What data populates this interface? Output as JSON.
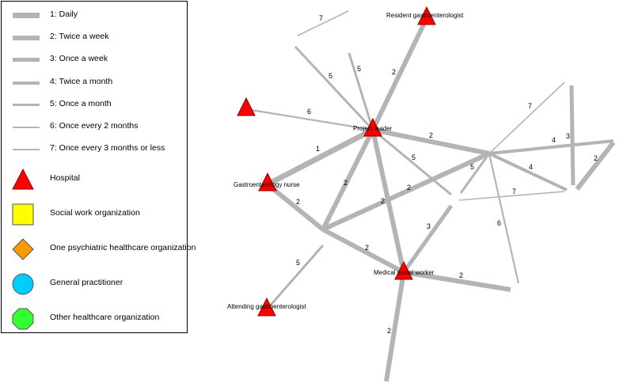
{
  "legend": {
    "frequencies": [
      {
        "label": "1: Daily",
        "weight": 7
      },
      {
        "label": "2: Twice a week",
        "weight": 6
      },
      {
        "label": "3: Once a week",
        "weight": 5
      },
      {
        "label": "4: Twice a month",
        "weight": 4
      },
      {
        "label": "5: Once a month",
        "weight": 3
      },
      {
        "label": "6: Once every 2 months",
        "weight": 2.2
      },
      {
        "label": "7: Once every 3 months or less",
        "weight": 1.6
      }
    ],
    "organizations": [
      {
        "label": "Hospital",
        "shape": "triangle",
        "color": "#ff0000"
      },
      {
        "label": "Social work organization",
        "shape": "square",
        "color": "#ffff00"
      },
      {
        "label": "One psychiatric healthcare organization",
        "shape": "diamond",
        "color": "#ff9900"
      },
      {
        "label": "General practitioner",
        "shape": "circle",
        "color": "#00ccff"
      },
      {
        "label": "Other healthcare organization",
        "shape": "octagon",
        "color": "#33ff33"
      }
    ]
  },
  "network": {
    "edge_color": "#b4b4b4",
    "node_color": "#ff0000",
    "nodes": [
      {
        "id": "project_leader",
        "label": "Project leader"
      },
      {
        "id": "resident",
        "label": "Resident gastroenterologist"
      },
      {
        "id": "gastro_nurse",
        "label": "Gastroenterology nurse"
      },
      {
        "id": "medical_social",
        "label": "Medical social worker"
      },
      {
        "id": "attending",
        "label": "Attending gastroenterologist"
      },
      {
        "id": "hospital_unlabeled",
        "label": ""
      }
    ],
    "edges": [
      {
        "label": "2"
      },
      {
        "label": "5"
      },
      {
        "label": "5"
      },
      {
        "label": "6"
      },
      {
        "label": "1"
      },
      {
        "label": "2"
      },
      {
        "label": "2"
      },
      {
        "label": "5"
      },
      {
        "label": "2"
      },
      {
        "label": "2"
      },
      {
        "label": "2"
      },
      {
        "label": "5"
      },
      {
        "label": "3"
      },
      {
        "label": "2"
      },
      {
        "label": "2"
      },
      {
        "label": "6"
      },
      {
        "label": "7"
      },
      {
        "label": "4"
      },
      {
        "label": "4"
      },
      {
        "label": "7"
      },
      {
        "label": "5"
      },
      {
        "label": "3"
      },
      {
        "label": "2"
      },
      {
        "label": "7"
      }
    ]
  }
}
